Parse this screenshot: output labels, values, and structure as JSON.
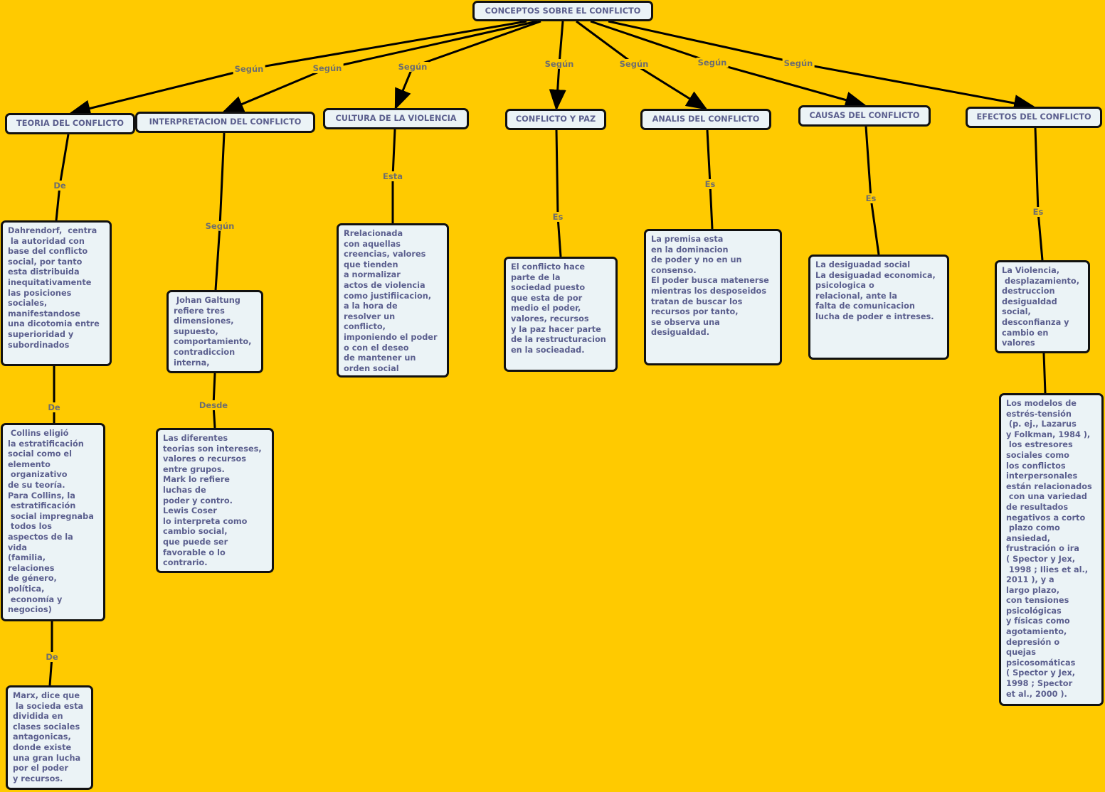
{
  "root": "CONCEPTOS SOBRE EL CONFLICTO",
  "categories": [
    "TEORIA DEL CONFLICTO",
    "INTERPRETACION DEL CONFLICTO",
    "CULTURA DE LA VIOLENCIA",
    "CONFLICTO Y PAZ",
    "ANALIS DEL CONFLICTO",
    "CAUSAS DEL CONFLICTO",
    "EFECTOS DEL CONFLICTO"
  ],
  "link_labels": {
    "root_links": [
      "Según",
      "Según",
      "Según",
      "Según",
      "Según",
      "Según",
      "Según"
    ],
    "teoria_de_1": "De",
    "teoria_de_2": "De",
    "teoria_de_3": "De",
    "interp_segun": "Según",
    "interp_desde": "Desde",
    "cultura_esta": "Esta",
    "paz_es": "Es",
    "analis_es": "Es",
    "causas_es": "Es",
    "efectos_es": "Es"
  },
  "concepts": {
    "dahrendorf": "Dahrendorf,  centra\n la autoridad con\nbase del conflicto\nsocial, por tanto\nesta distribuida\ninequitativamente\nlas posiciones\nsociales,\nmanifestandose\nuna dicotomia entre\nsuperioridad y\nsubordinados",
    "collins": " Collins eligió\nla estratificación\nsocial como el\nelemento\n organizativo\nde su teoría.\nPara Collins, la\n estratificación\n social impregnaba\n todos los\naspectos de la\nvida\n(familia,\nrelaciones\nde género,\npolítica,\n economía y\nnegocios)",
    "marx": "Marx, dice que\n la socieda esta\ndividida en\nclases sociales\nantagonicas,\ndonde existe\nuna gran lucha\npor el poder\ny recursos.",
    "galtung": " Johan Galtung\nrefiere tres\ndimensiones,\nsupuesto,\ncomportamiento,\ncontradiccion\ninterna,",
    "diferentes": "Las diferentes\nteorias son intereses,\nvalores o recursos\nentre grupos.\nMark lo refiere\nluchas de\npoder y contro.\nLewis Coser\nlo interpreta como\ncambio social,\nque puede ser\nfavorable o lo\ncontrario.",
    "cultura": "Rrelacionada\ncon aquellas\ncreencias, valores\nque tienden\na normalizar\nactos de violencia\ncomo justifiicacion,\na la hora de\nresolver un\nconflicto,\nimponiendo el poder\no con el deseo\nde mantener un\norden social",
    "paz": "El conflicto hace\nparte de la\nsociedad puesto\nque esta de por\nmedio el poder,\nvalores, recursos\ny la paz hacer parte\nde la restructuracion\nen la socieadad.",
    "analis": "La premisa esta\nen la dominacion\nde poder y no en un\nconsenso.\nEl poder busca matenerse\nmientras los desposeidos\ntratan de buscar los\nrecursos por tanto,\nse observa una\ndesigualdad.",
    "causas": "La desiguadad social\nLa desiguadad economica,\npsicologica o\nrelacional, ante la\nfalta de comunicacion\nlucha de poder e intreses.",
    "efectos": "La Violencia,\n desplazamiento,\ndestruccion\ndesigualdad\nsocial,\ndesconfianza y\ncambio en\nvalores",
    "modelos": "Los modelos de\nestrés-tensión\n (p. ej., Lazarus\ny Folkman, 1984 ),\n los estresores\nsociales como\nlos conflictos\ninterpersonales\nestán relacionados\n con una variedad\nde resultados\nnegativos a corto\n plazo como\nansiedad,\nfrustración o ira\n( Spector y Jex,\n 1998 ; Ilies et al.,\n2011 ), y a\nlargo plazo,\ncon tensiones\npsicológicas\ny físicas como\nagotamiento,\ndepresión o\nquejas\npsicosomáticas\n( Spector y Jex,\n1998 ; Spector\net al., 2000 )."
  },
  "colors": {
    "background": "#FFCA00",
    "node_fill": "#EBF3F6",
    "text": "#5B5F8E",
    "link_label": "#6E6E6E"
  }
}
